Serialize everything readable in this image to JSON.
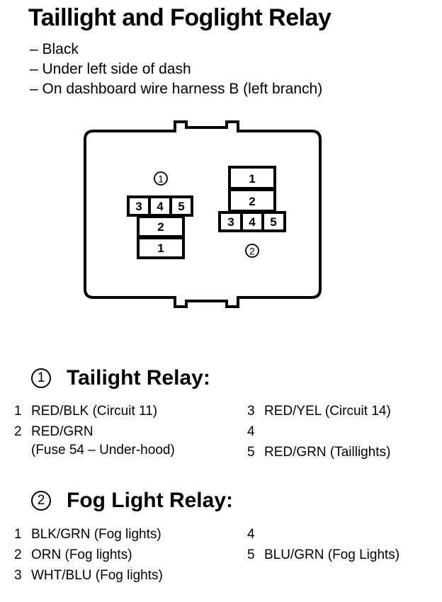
{
  "title": "Taillight and Foglight Relay",
  "bullets": [
    "– Black",
    "– Under left side of dash",
    "– On dashboard wire harness B (left branch)"
  ],
  "diagram": {
    "relay1_label": "1",
    "relay2_label": "2",
    "relay1_terminals": [
      "3",
      "4",
      "5",
      "2",
      "1"
    ],
    "relay2_terminals": [
      "1",
      "2",
      "3",
      "4",
      "5"
    ]
  },
  "tail_section": {
    "marker": "1",
    "heading": "Tailight Relay:",
    "pins": {
      "p1": {
        "num": "1",
        "text": "RED/BLK (Circuit 11)"
      },
      "p2": {
        "num": "2",
        "text": "RED/GRN",
        "text2": "(Fuse 54 – Under-hood)"
      },
      "p3": {
        "num": "3",
        "text": "RED/YEL (Circuit 14)"
      },
      "p4": {
        "num": "4",
        "text": ""
      },
      "p5": {
        "num": "5",
        "text": "RED/GRN (Taillights)"
      }
    }
  },
  "fog_section": {
    "marker": "2",
    "heading": "Fog Light Relay:",
    "pins": {
      "p1": {
        "num": "1",
        "text": "BLK/GRN (Fog lights)"
      },
      "p2": {
        "num": "2",
        "text": "ORN (Fog lights)"
      },
      "p3": {
        "num": "3",
        "text": "WHT/BLU (Fog lights)"
      },
      "p4": {
        "num": "4",
        "text": ""
      },
      "p5": {
        "num": "5",
        "text": "BLU/GRN (Fog Lights)"
      }
    }
  }
}
